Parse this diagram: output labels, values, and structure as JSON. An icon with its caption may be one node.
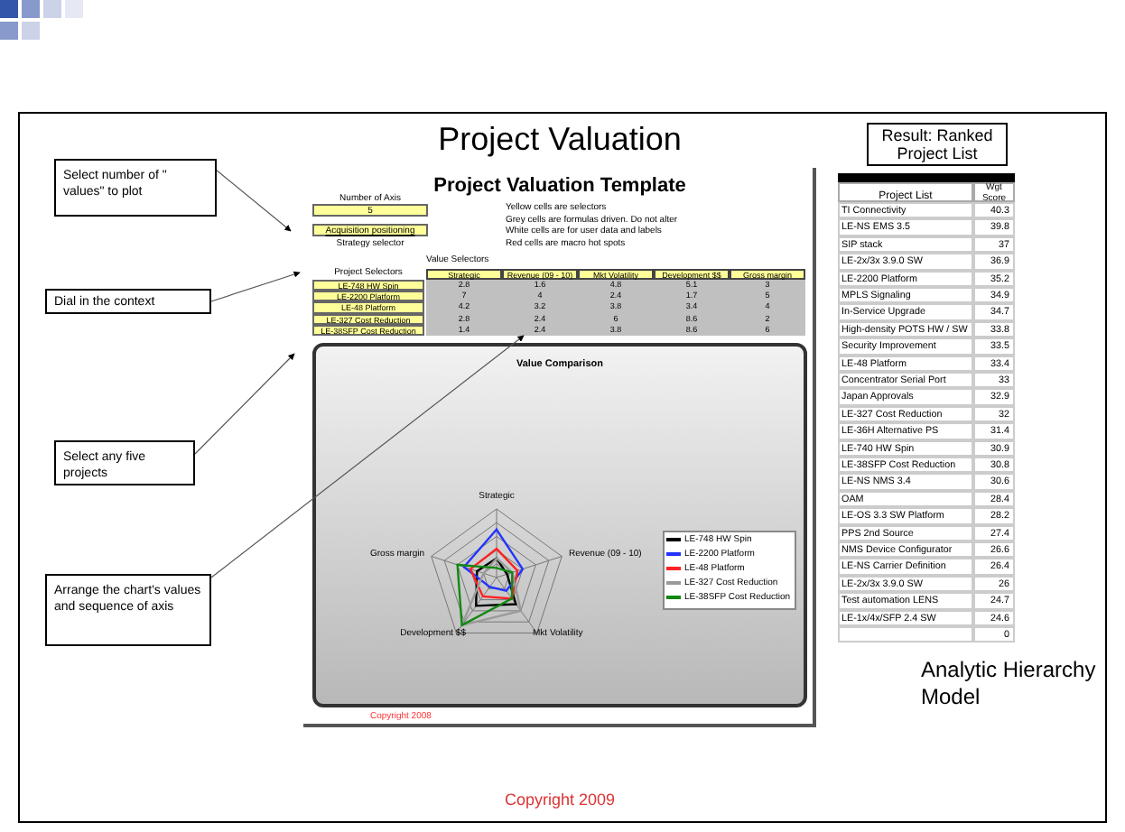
{
  "diagram": {
    "title": "Project Valuation",
    "nodes": [
      {
        "text": [
          "Select number of \" values\" to plot"
        ]
      },
      {
        "text": [
          "Dial in the context"
        ]
      },
      {
        "text": [
          "Select any five projects"
        ]
      },
      {
        "text": [
          "Arrange the chart's values and sequence of axis"
        ]
      },
      {
        "text": [
          "Result: Ranked Project List"
        ]
      },
      {
        "text": [],
        "shape": "box"
      }
    ],
    "edges": [
      {
        "from": 0,
        "to": null,
        "arrow": "to"
      },
      {
        "from": 1,
        "to": null,
        "arrow": "to"
      },
      {
        "from": 2,
        "to": null,
        "arrow": "to"
      },
      {
        "from": 3,
        "to": 5,
        "arrow": "to"
      }
    ],
    "labels": [
      "Project Valuation Template",
      "Number of Axis",
      "5",
      "Acquisition positioning",
      "Strategy selector",
      "Yellow cells are selectors",
      "Grey cells are formulas driven. Do not alter",
      "White cells are for user data and labels",
      "Red cells are macro hot spots",
      "Value Selectors",
      "Project Selectors",
      "Strategic",
      "Revenue (09 - 10)",
      "Mkt Volatility",
      "Development $$",
      "Gross margin",
      "LE-748 HW Spin",
      "2.8",
      "1.6",
      "4.8",
      "5.1",
      "3",
      "LE-2200 Platform",
      "7",
      "4",
      "2.4",
      "1.7",
      "5",
      "LE-48 Platform",
      "4.2",
      "3.2",
      "3.8",
      "3.4",
      "4",
      "LE-327 Cost Reduction",
      "2.8",
      "2.4",
      "6",
      "8.6",
      "2",
      "LE-38SFP Cost Reduction",
      "1.4",
      "2.4",
      "3.8",
      "8.6",
      "6",
      "Value Comparison",
      "Strategic",
      "Gross margin",
      "Revenue (09 - 10)",
      "Development $$",
      "Mkt Volatility",
      "Copyright 2008",
      "Wgt Score",
      "Project List",
      "TI Connectivity",
      "40.3",
      "LE-NS EMS 3.5",
      "39.8",
      "SIP stack",
      "37",
      "LE-2x/3x 3.9.0 SW",
      "36.9",
      "LE-2200 Platform",
      "35.2",
      "MPLS Signaling",
      "34.9",
      "In-Service Upgrade",
      "34.7",
      "High-density POTS HW / SW",
      "33.8",
      "Security Improvement",
      "33.5",
      "LE-48 Platform",
      "33.4",
      "Concentrator Serial Port",
      "33",
      "Japan Approvals",
      "32.9",
      "LE-327 Cost Reduction",
      "32",
      "LE-36H Alternative PS",
      "31.4",
      "LE-740 HW Spin",
      "30.9",
      "LE-38SFP Cost Reduction",
      "30.8",
      "LE-NS NMS 3.4",
      "30.6",
      "OAM",
      "28.4",
      "LE-OS 3.3 SW Platform",
      "28.2",
      "PPS 2nd Source",
      "27.4",
      "NMS Device Configurator",
      "26.6",
      "LE-NS Carrier Definition",
      "26.4",
      "LE-2x/3x 3.9.0 SW",
      "26",
      "Test automation LENS",
      "24.7",
      "LE-1x/4x/SFP 2.4 SW",
      "24.6",
      "0",
      "Analytic Hierarchy Model",
      "Copyright 2009"
    ],
    "legend": [
      {
        "text": "LE-748 HW Spin"
      },
      {
        "text": "LE-2200 Platform"
      },
      {
        "text": "LE-48 Platform"
      },
      {
        "text": "LE-327 Cost Reduction"
      },
      {
        "text": "LE-38SFP Cost Reduction"
      }
    ]
  }
}
